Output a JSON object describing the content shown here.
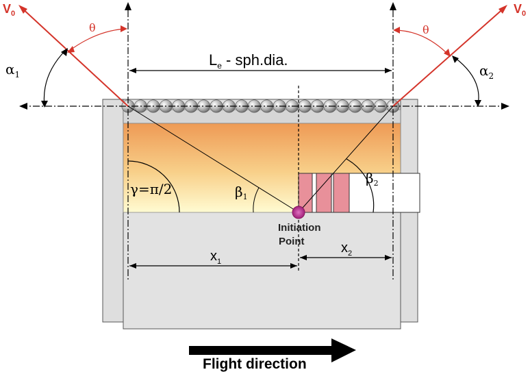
{
  "labels": {
    "v0_left": "V",
    "v0_left_sub": "0",
    "v0_right": "V",
    "v0_right_sub": "0",
    "theta_left": "θ",
    "theta_right": "θ",
    "alpha1": "α",
    "alpha1_sub": "1",
    "alpha2": "α",
    "alpha2_sub": "2",
    "le_label": "L",
    "le_sub": "e",
    "le_rest": " - sph.dia.",
    "gamma": "γ=π/2",
    "beta1": "β",
    "beta1_sub": "1",
    "beta2": "β",
    "beta2_sub": "2",
    "initiation_line1": "Initiation",
    "initiation_line2": "Point",
    "x1": "x",
    "x1_sub": "1",
    "x2": "x",
    "x2_sub": "2",
    "flight_direction": "Flight direction"
  },
  "colors": {
    "vector": "#d4342a",
    "charge_top": "#f0a05a",
    "charge_bottom": "#fffbd0",
    "case": "#dcdcdc",
    "initiation": "#c0389a",
    "pink_cells": "#e8909a"
  }
}
